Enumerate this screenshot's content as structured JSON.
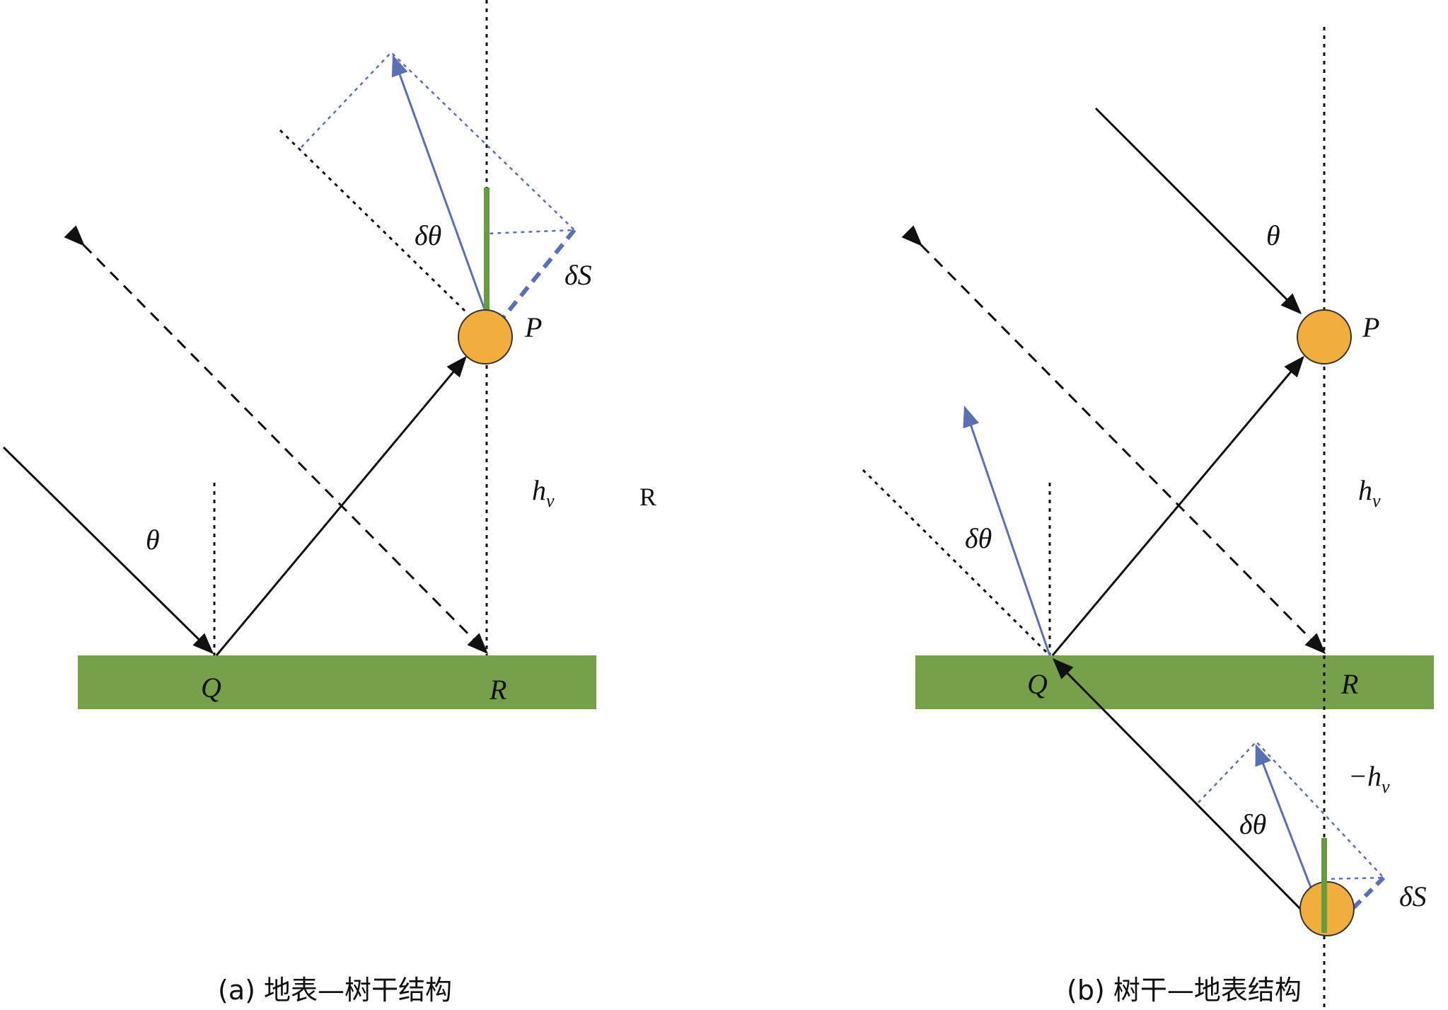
{
  "panel_a": {
    "theta": "θ",
    "dtheta": "δθ",
    "dS": "δS",
    "P": "P",
    "Q": "Q",
    "R": "R",
    "hv_h": "h",
    "hv_sub": "v",
    "stray_R": "R",
    "caption": "(a) 地表—树干结构"
  },
  "panel_b": {
    "theta": "θ",
    "dtheta_1": "δθ",
    "dtheta_2": "δθ",
    "dS": "δS",
    "P": "P",
    "Q": "Q",
    "R": "R",
    "hv_h": "h",
    "hv_sub": "v",
    "neg_hv_h": "−h",
    "neg_hv_sub": "v",
    "caption": "(b) 树干—地表结构"
  },
  "colors": {
    "ground": "#76a04a",
    "scatterer": "#f2ae3c",
    "trunk": "#6a9a3e",
    "blue": "#5b6fb5",
    "black": "#111111"
  }
}
